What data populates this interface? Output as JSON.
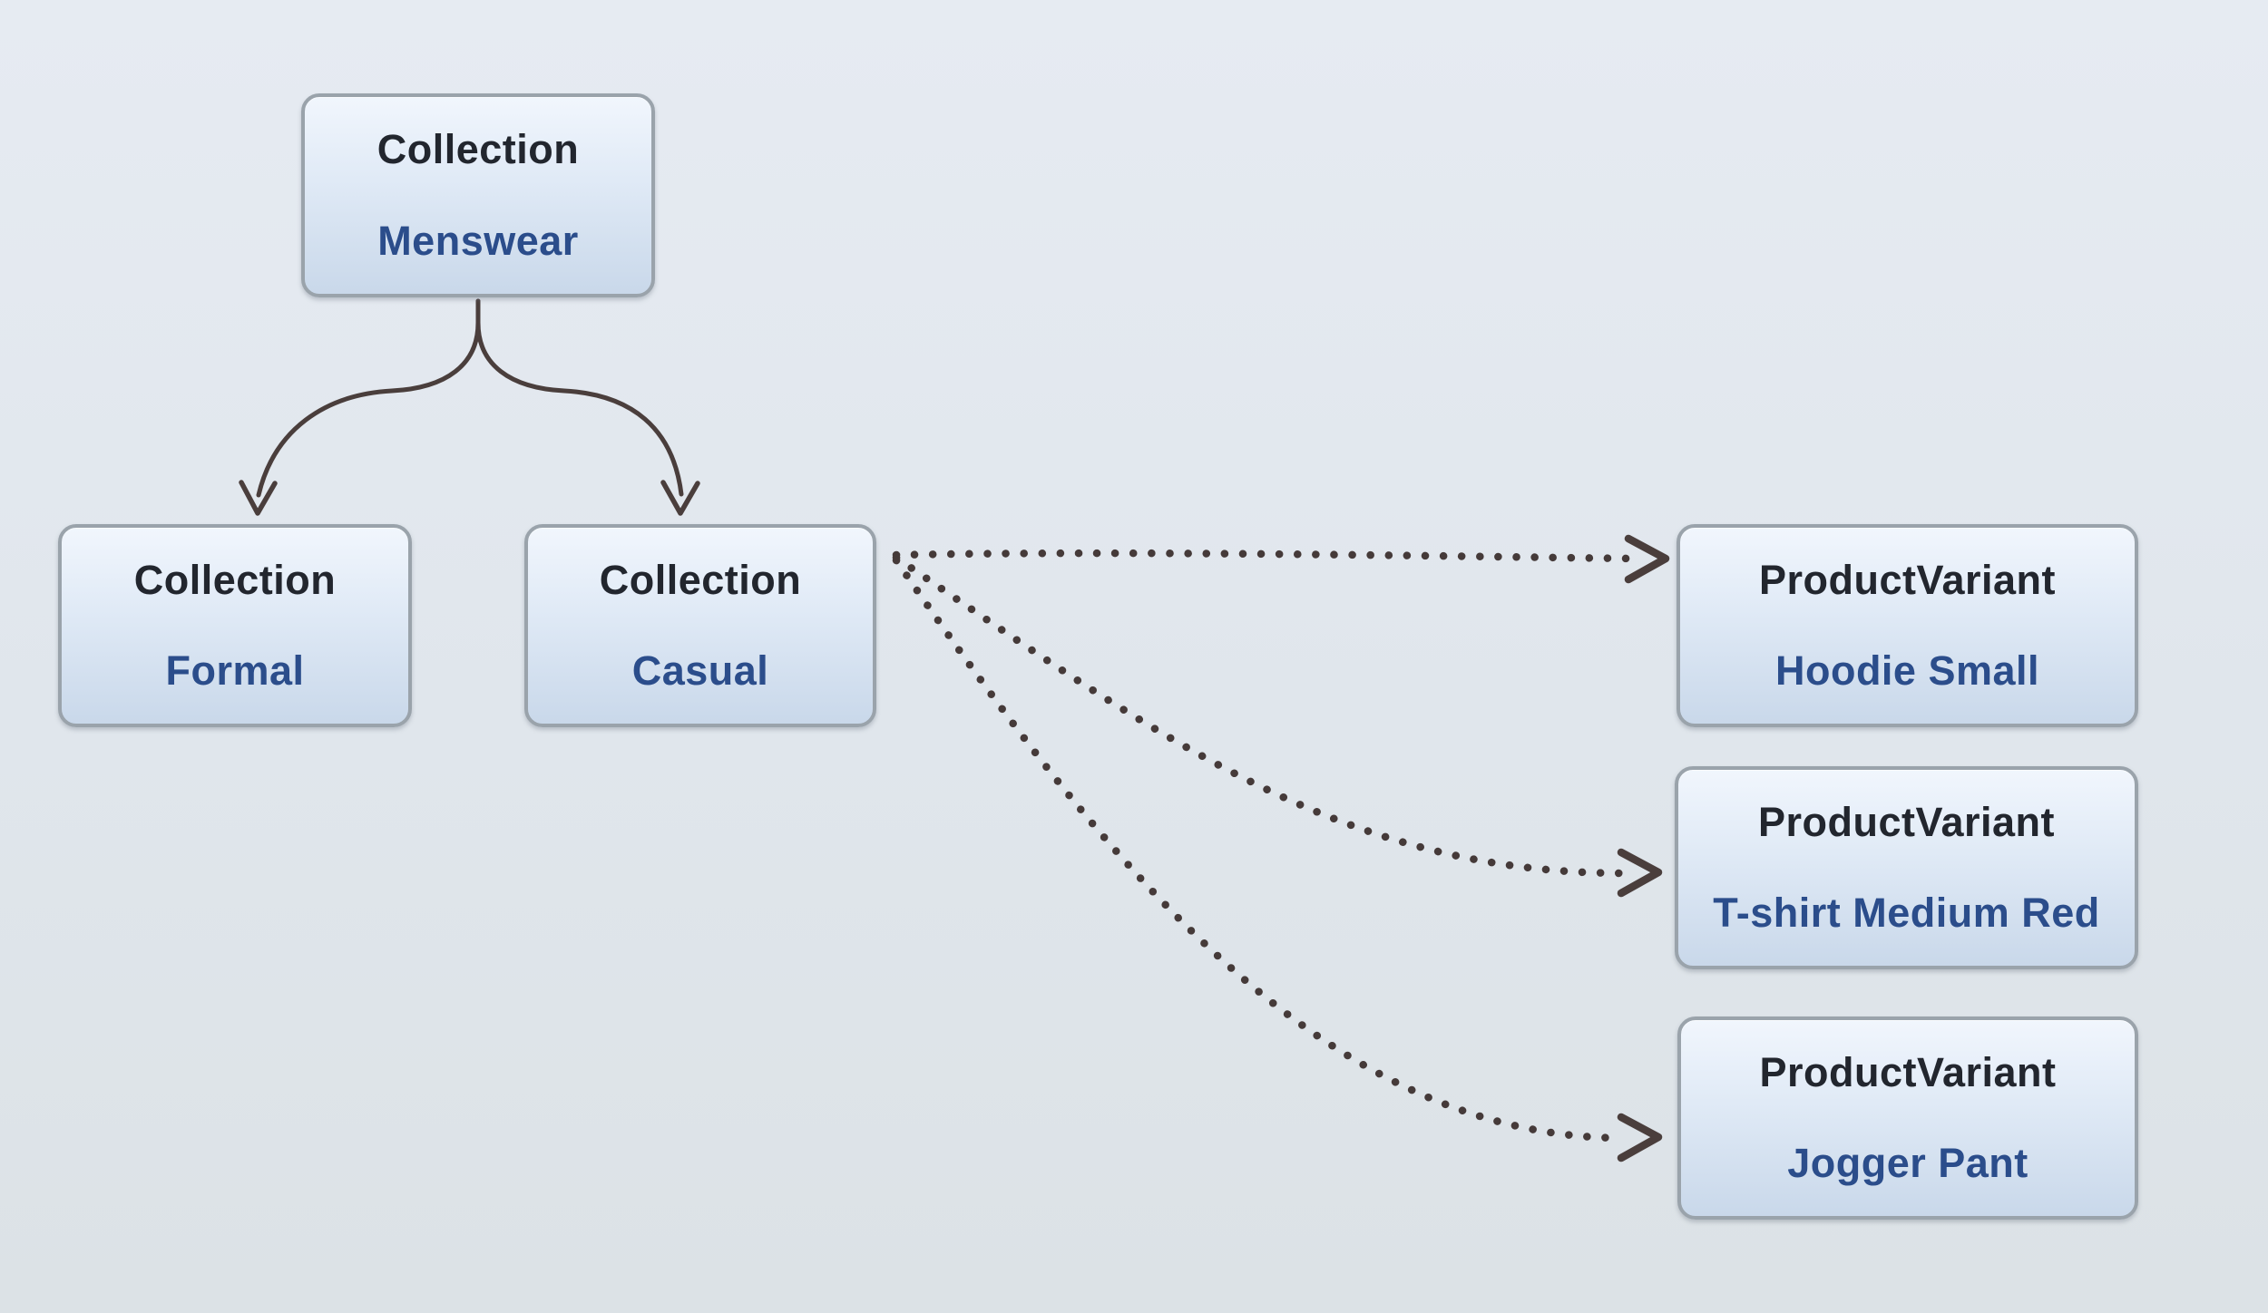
{
  "diagram": {
    "nodes": [
      {
        "id": "menswear",
        "type": "Collection",
        "name": "Menswear"
      },
      {
        "id": "formal",
        "type": "Collection",
        "name": "Formal"
      },
      {
        "id": "casual",
        "type": "Collection",
        "name": "Casual"
      },
      {
        "id": "hoodie",
        "type": "ProductVariant",
        "name": "Hoodie Small"
      },
      {
        "id": "tshirt",
        "type": "ProductVariant",
        "name": "T-shirt Medium Red"
      },
      {
        "id": "jogger",
        "type": "ProductVariant",
        "name": "Jogger Pant"
      }
    ],
    "edges": [
      {
        "from": "Menswear",
        "to": "Formal",
        "line": "solid",
        "arrowhead": "open"
      },
      {
        "from": "Menswear",
        "to": "Casual",
        "line": "solid",
        "arrowhead": "open"
      },
      {
        "from": "Casual",
        "to": "Hoodie Small",
        "line": "dotted",
        "arrowhead": "open"
      },
      {
        "from": "Casual",
        "to": "T-shirt Medium Red",
        "line": "dotted",
        "arrowhead": "open"
      },
      {
        "from": "Casual",
        "to": "Jogger Pant",
        "line": "dotted",
        "arrowhead": "open"
      }
    ],
    "colors": {
      "background_top": "#e6ebf2",
      "background_bottom": "#dce2e6",
      "node_border": "#9aa3ab",
      "node_fill_top": "#f1f6fd",
      "node_fill_bottom": "#c9d8ea",
      "type_text": "#22262e",
      "name_text": "#2b4d8b",
      "arrow": "#4a3e3c",
      "dot": "#453a39"
    }
  }
}
